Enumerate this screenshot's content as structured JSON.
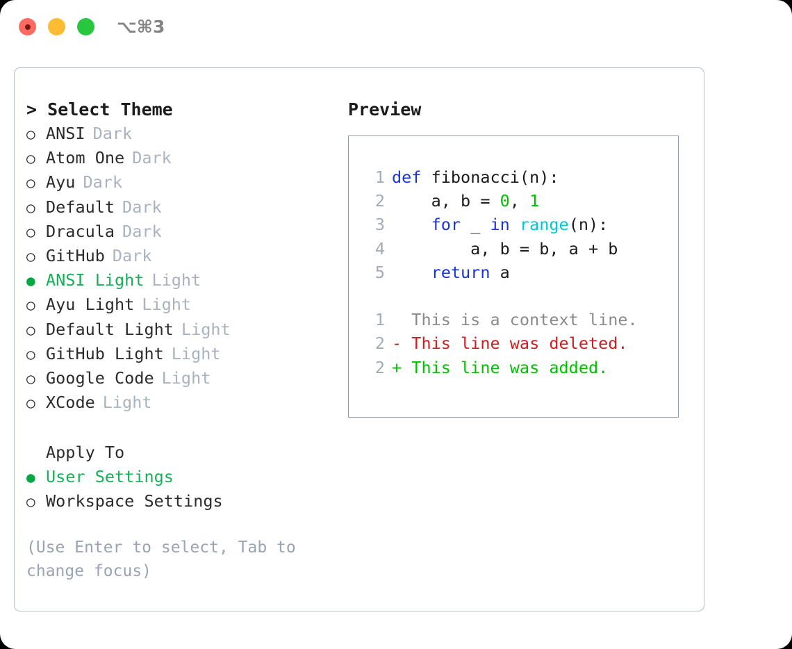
{
  "titlebar": {
    "shortcut": "⌥⌘3",
    "buttons": [
      {
        "name": "close",
        "color": "#fd6a60"
      },
      {
        "name": "minimize",
        "color": "#fdbc31"
      },
      {
        "name": "maximize",
        "color": "#27c83f"
      }
    ]
  },
  "theme_panel": {
    "heading": "> Select Theme",
    "options": [
      {
        "bullet": "○",
        "name": "ANSI",
        "kind": "Dark",
        "selected": false
      },
      {
        "bullet": "○",
        "name": "Atom One",
        "kind": "Dark",
        "selected": false
      },
      {
        "bullet": "○",
        "name": "Ayu",
        "kind": "Dark",
        "selected": false
      },
      {
        "bullet": "○",
        "name": "Default",
        "kind": "Dark",
        "selected": false
      },
      {
        "bullet": "○",
        "name": "Dracula",
        "kind": "Dark",
        "selected": false
      },
      {
        "bullet": "○",
        "name": "GitHub",
        "kind": "Dark",
        "selected": false
      },
      {
        "bullet": "●",
        "name": "ANSI Light",
        "kind": "Light",
        "selected": true
      },
      {
        "bullet": "○",
        "name": "Ayu Light",
        "kind": "Light",
        "selected": false
      },
      {
        "bullet": "○",
        "name": "Default Light",
        "kind": "Light",
        "selected": false
      },
      {
        "bullet": "○",
        "name": "GitHub Light",
        "kind": "Light",
        "selected": false
      },
      {
        "bullet": "○",
        "name": "Google Code",
        "kind": "Light",
        "selected": false
      },
      {
        "bullet": "○",
        "name": "XCode",
        "kind": "Light",
        "selected": false
      }
    ]
  },
  "apply_to": {
    "heading": "Apply To",
    "options": [
      {
        "bullet": "●",
        "name": "User Settings",
        "selected": true
      },
      {
        "bullet": "○",
        "name": "Workspace Settings",
        "selected": false
      }
    ]
  },
  "hint": "(Use Enter to select, Tab to change focus)",
  "preview": {
    "heading": "Preview",
    "code_lines": [
      {
        "ln": "1",
        "segments": [
          {
            "t": "def",
            "c": "tok-kw"
          },
          {
            "t": " fibonacci(n):",
            "c": "code-text"
          }
        ]
      },
      {
        "ln": "2",
        "segments": [
          {
            "t": "    a, b = ",
            "c": "code-text"
          },
          {
            "t": "0",
            "c": "tok-num"
          },
          {
            "t": ", ",
            "c": "code-text"
          },
          {
            "t": "1",
            "c": "tok-num"
          }
        ]
      },
      {
        "ln": "3",
        "segments": [
          {
            "t": "    ",
            "c": "code-text"
          },
          {
            "t": "for",
            "c": "tok-kw"
          },
          {
            "t": " _ ",
            "c": "code-text"
          },
          {
            "t": "in",
            "c": "tok-kw"
          },
          {
            "t": " ",
            "c": "code-text"
          },
          {
            "t": "range",
            "c": "tok-fn"
          },
          {
            "t": "(n):",
            "c": "code-text"
          }
        ]
      },
      {
        "ln": "4",
        "segments": [
          {
            "t": "        a, b = b, a + b",
            "c": "code-text"
          }
        ]
      },
      {
        "ln": "5",
        "segments": [
          {
            "t": "    ",
            "c": "code-text"
          },
          {
            "t": "return",
            "c": "tok-kw"
          },
          {
            "t": " a",
            "c": "code-text"
          }
        ]
      }
    ],
    "diff_lines": [
      {
        "ln": "1",
        "segments": [
          {
            "t": "  This is a context line.",
            "c": "tok-ctx"
          }
        ]
      },
      {
        "ln": "2",
        "segments": [
          {
            "t": "- This line was deleted.",
            "c": "tok-del"
          }
        ]
      },
      {
        "ln": "2",
        "segments": [
          {
            "t": "+ This line was added.",
            "c": "tok-add"
          }
        ]
      }
    ]
  },
  "colors": {
    "accent_green": "#13b257",
    "keyword_blue": "#1a32e0",
    "number_green": "#00c000",
    "function_cyan": "#00c6d4",
    "diff_deleted": "#cc2020",
    "diff_added": "#00c000",
    "muted_gray": "#aab2c0",
    "panel_border": "#b6bfcd",
    "preview_border": "#8e9bad"
  }
}
